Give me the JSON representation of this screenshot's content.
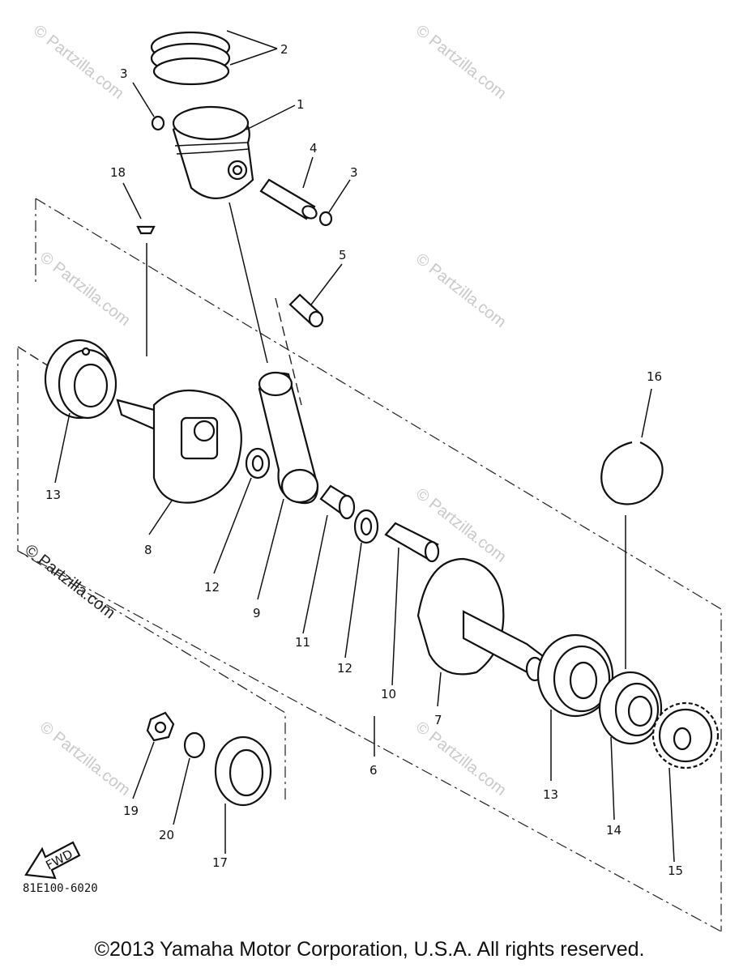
{
  "diagram": {
    "code": "81E100-6020",
    "copyright": "©2013 Yamaha Motor Corporation, U.S.A. All rights reserved.",
    "watermark_text": "© Partzilla.com",
    "fwd_label": "FWD",
    "callouts": [
      "1",
      "2",
      "3",
      "3",
      "4",
      "5",
      "6",
      "7",
      "8",
      "9",
      "10",
      "11",
      "12",
      "12",
      "13",
      "13",
      "14",
      "15",
      "16",
      "17",
      "18",
      "19",
      "20"
    ]
  }
}
